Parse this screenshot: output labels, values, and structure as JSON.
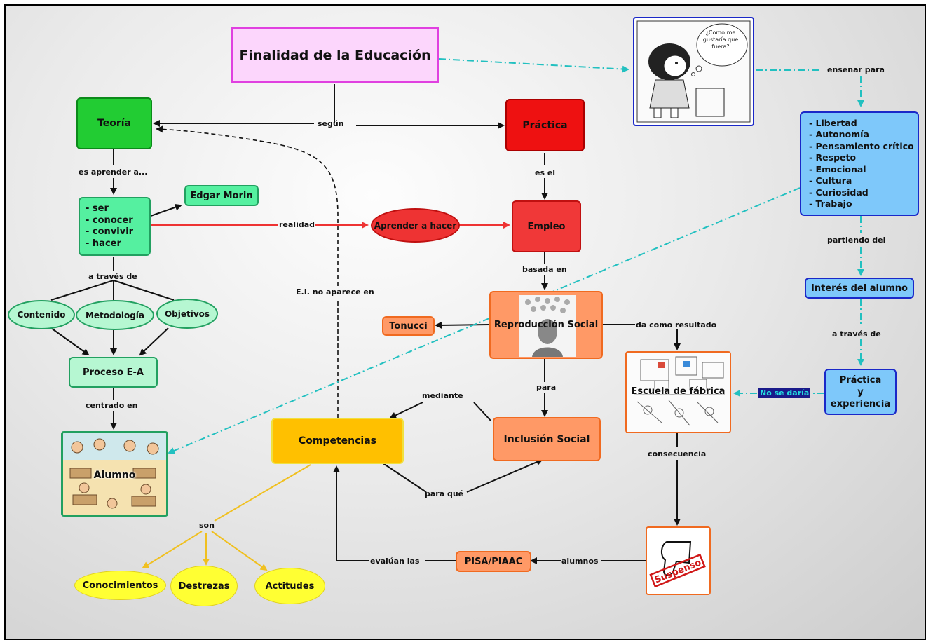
{
  "title": "Finalidad de la Educación",
  "thought_bubble": "¿Como me gustaría que fuera?",
  "nodes": {
    "teoria": "Teoría",
    "practica": "Práctica",
    "edgar_morin": "Edgar Morin",
    "saberes": [
      "- ser",
      "- conocer",
      "- convivir",
      "- hacer"
    ],
    "aprender_a_hacer": "Aprender a hacer",
    "empleo": "Empleo",
    "contenido": "Contenido",
    "metodologia": "Metodología",
    "objetivos": "Objetivos",
    "proceso_ea": "Proceso E-A",
    "alumno": "Alumno",
    "reproduccion_social": "Reproducción Social",
    "tonucci": "Tonucci",
    "competencias": "Competencias",
    "inclusion_social": "Inclusión Social",
    "escuela_fabrica": "Escuela de fábrica",
    "valores": [
      "- Libertad",
      "- Autonomía",
      "- Pensamiento crítico",
      "- Respeto",
      "- Emocional",
      "- Cultura",
      "- Curiosidad",
      "- Trabajo"
    ],
    "interes_alumno": "Interés del alumno",
    "practica_experiencia": "Práctica\ny\nexperiencia",
    "pisa": "PISA/PIAAC",
    "suspenso": "Suspenso",
    "conocimientos": "Conocimientos",
    "destrezas": "Destrezas",
    "actitudes": "Actitudes"
  },
  "links": {
    "segun": "según",
    "es_aprender": "es aprender a...",
    "es_el": "es el",
    "realidad": "realidad",
    "a_traves_de_1": "a través de",
    "centrado_en": "centrado en",
    "basada_en": "basada en",
    "ei_no_aparece": "E.I. no aparece en",
    "da_como_resultado": "da como resultado",
    "para": "para",
    "mediante": "mediante",
    "para_que": "para qué",
    "consecuencia": "consecuencia",
    "alumnos": "alumnos",
    "evaluan_las": "evalúan las",
    "son": "son",
    "ensenar_para": "enseñar para",
    "partiendo_del": "partiendo del",
    "a_traves_de_2": "a través de",
    "no_se_daria": "No se daría"
  },
  "colors": {
    "title_fill": "#fcd6fc",
    "title_border": "#e040e0",
    "green": "#22cc33",
    "green_border": "#0b8a1a",
    "mint": "#55f0a0",
    "mint_border": "#22a060",
    "mint_light": "#b6f7d2",
    "red": "#ee1111",
    "red_mid": "#f03838",
    "orange": "#ff9966",
    "orange_border": "#f06a20",
    "yellow_dark": "#ffc000",
    "yellow": "#ffff33",
    "blue": "#7ec8fa",
    "blue_border": "#1a28c8",
    "cyan_line": "#22c0c0"
  }
}
